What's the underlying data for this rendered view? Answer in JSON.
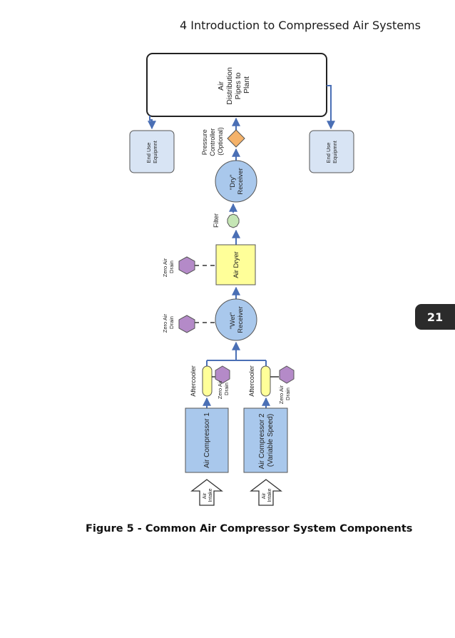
{
  "page": {
    "header": "4 Introduction to Compressed Air Systems",
    "page_number": "21",
    "caption": "Figure 5 - Common Air Compressor System Components"
  },
  "colors": {
    "line": "#4a6fb5",
    "compressor": "#a9c8ec",
    "receiver": "#a9c8ec",
    "dryer": "#ffff99",
    "aftercooler": "#ffff99",
    "drain": "#b48ac8",
    "filter": "#c5e6b5",
    "pressure_controller": "#f4b26a",
    "end_use": "#d8e4f4"
  },
  "diagram": {
    "air_distribution": [
      "Air",
      "Distribution",
      "Pipes to",
      "Plant"
    ],
    "end_use_left": [
      "End Use",
      "Equipmnt"
    ],
    "end_use_right": [
      "End Use",
      "Equipmnt"
    ],
    "pressure_controller": [
      "Pressure",
      "Controller",
      "(Optional)"
    ],
    "dry_receiver": [
      "\"Dry\"",
      "Receiver"
    ],
    "filter": "Filter",
    "air_dryer": "Air Dryer",
    "zero_air_drain": [
      "Zero Air",
      "Drain"
    ],
    "wet_receiver": [
      "\"Wet\"",
      "Receiver"
    ],
    "aftercooler": "Aftercooler",
    "compressor_1": [
      "Air Compressor 1"
    ],
    "compressor_2": [
      "Air Compressor 2",
      "(Variable Speed)"
    ],
    "air_intake": [
      "Air",
      "Intake"
    ]
  }
}
